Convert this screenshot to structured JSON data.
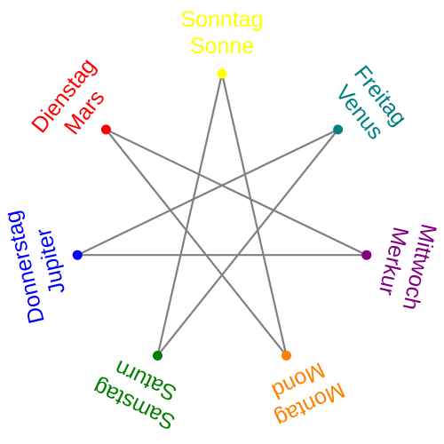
{
  "diagram": {
    "nodes": [
      {
        "id": "sunday",
        "day": "Sonntag",
        "body": "Sonne",
        "color": "#ffff00"
      },
      {
        "id": "friday",
        "day": "Freitag",
        "body": "Venus",
        "color": "#008080"
      },
      {
        "id": "wednesday",
        "day": "Mittwoch",
        "body": "Merkur",
        "color": "#800080"
      },
      {
        "id": "monday",
        "day": "Montag",
        "body": "Mond",
        "color": "#ff8000"
      },
      {
        "id": "saturday",
        "day": "Samstag",
        "body": "Saturn",
        "color": "#008000"
      },
      {
        "id": "thursday",
        "day": "Donnerstag",
        "body": "Jupiter",
        "color": "#0000ff"
      },
      {
        "id": "tuesday",
        "day": "Dienstag",
        "body": "Mars",
        "color": "#ff0000"
      }
    ],
    "edges": [
      [
        "sunday",
        "monday"
      ],
      [
        "monday",
        "tuesday"
      ],
      [
        "tuesday",
        "wednesday"
      ],
      [
        "wednesday",
        "thursday"
      ],
      [
        "thursday",
        "friday"
      ],
      [
        "friday",
        "saturday"
      ],
      [
        "saturday",
        "sunday"
      ]
    ],
    "edge_color": "#808080"
  }
}
